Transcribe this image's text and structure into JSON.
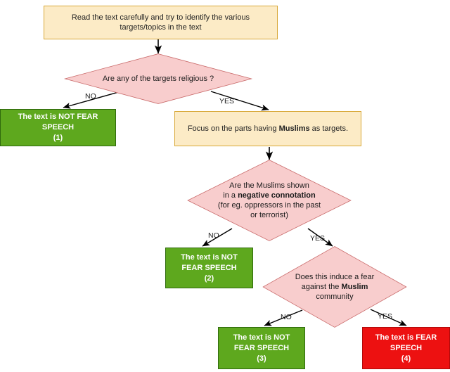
{
  "diagram": {
    "type": "flowchart",
    "title": "Fear speech annotation decision flowchart",
    "colors": {
      "process_fill": "#FCEBC6",
      "process_border": "#D8A838",
      "decision_fill": "#F8CDCD",
      "decision_border": "#C96A6A",
      "not_fear_speech_fill": "#5EA81E",
      "fear_speech_fill": "#ED1111",
      "edge_color": "#000000",
      "text_color": "#1a1a1a"
    }
  },
  "nodes": {
    "start": {
      "id": "start",
      "shape": "process",
      "line1": "Read the text carefully and try to identify the various",
      "line2": "targets/topics in the text"
    },
    "decision_religious": {
      "id": "decision_religious",
      "shape": "decision",
      "line1": "Are any of the targets religious ?"
    },
    "outcome_1": {
      "id": "outcome_1",
      "shape": "terminal",
      "line1": "The text is NOT FEAR",
      "line2": "SPEECH",
      "line3": "(1)"
    },
    "focus_muslims": {
      "id": "focus_muslims",
      "shape": "process",
      "pre": "Focus on the parts having ",
      "bold": "Muslims",
      "post": " as  targets."
    },
    "decision_negative": {
      "id": "decision_negative",
      "shape": "decision",
      "line1": "Are the Muslims shown",
      "line2_pre": "in a ",
      "line2_bold": "negative connotation",
      "line3": "(for eg. oppressors in the past",
      "line4": "or terrorist)"
    },
    "outcome_2": {
      "id": "outcome_2",
      "shape": "terminal",
      "line1": "The text is NOT",
      "line2": "FEAR SPEECH",
      "line3": "(2)"
    },
    "decision_fear": {
      "id": "decision_fear",
      "shape": "decision",
      "line1": "Does this induce a fear",
      "line2_pre": "against the ",
      "line2_bold": "Muslim",
      "line3": "community"
    },
    "outcome_3": {
      "id": "outcome_3",
      "shape": "terminal",
      "line1": "The text is NOT",
      "line2": "FEAR SPEECH",
      "line3": "(3)"
    },
    "outcome_4": {
      "id": "outcome_4",
      "shape": "terminal",
      "line1": "The text is FEAR",
      "line2": "SPEECH",
      "line3": "(4)"
    }
  },
  "edges": [
    {
      "id": "e1",
      "from": "start",
      "to": "decision_religious",
      "label": ""
    },
    {
      "id": "e2",
      "from": "decision_religious",
      "to": "outcome_1",
      "label": "NO"
    },
    {
      "id": "e3",
      "from": "decision_religious",
      "to": "focus_muslims",
      "label": "YES"
    },
    {
      "id": "e4",
      "from": "focus_muslims",
      "to": "decision_negative",
      "label": ""
    },
    {
      "id": "e5",
      "from": "decision_negative",
      "to": "outcome_2",
      "label": "NO"
    },
    {
      "id": "e6",
      "from": "decision_negative",
      "to": "decision_fear",
      "label": "YES"
    },
    {
      "id": "e7",
      "from": "decision_fear",
      "to": "outcome_3",
      "label": "NO"
    },
    {
      "id": "e8",
      "from": "decision_fear",
      "to": "outcome_4",
      "label": "YES"
    }
  ],
  "edge_labels": {
    "religious_no": "NO",
    "religious_yes": "YES",
    "negative_no": "NO",
    "negative_yes": "YES",
    "fear_no": "NO",
    "fear_yes": "YES"
  }
}
